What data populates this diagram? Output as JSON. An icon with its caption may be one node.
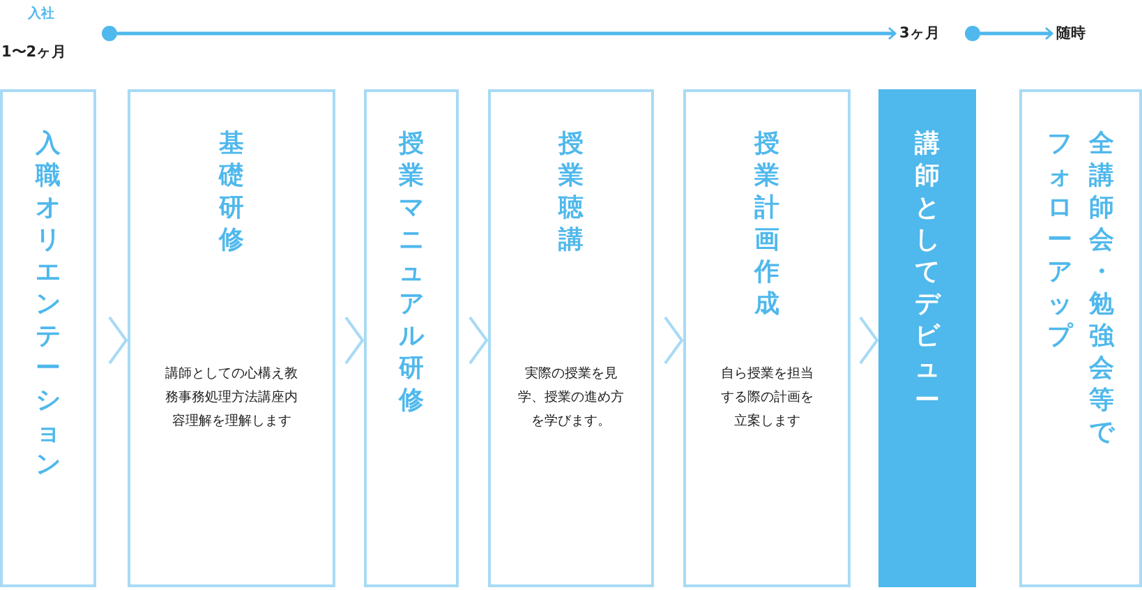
{
  "diagram": {
    "nodes": [
      {
        "text": [],
        "shape": "circle",
        "beside": [
          "入社",
          "1〜2ヶ月"
        ]
      },
      {
        "text": [
          "3ヶ月"
        ]
      },
      {
        "text": [],
        "shape": "circle"
      },
      {
        "text": [
          "随時"
        ]
      },
      {
        "text": [
          "入職オリエンテーション"
        ]
      },
      {
        "text": [
          "基礎研修",
          "講師としての心構え教務事務処理方法講座内容理解を理解します"
        ]
      },
      {
        "text": [
          "授業マニュアル研修"
        ]
      },
      {
        "text": [
          "授業聴講",
          "実際の授業を見学、授業の進め方を学びます。"
        ]
      },
      {
        "text": [
          "授業計画作成",
          "自ら授業を担当する際の計画を立案します"
        ]
      },
      {
        "text": [
          "講師としてデビュー"
        ]
      },
      {
        "text": [
          "全講師会・勉強会等でフォローアップ"
        ]
      }
    ],
    "edges": [
      {
        "from": 0,
        "to": 1,
        "arrow": "to",
        "style": "thick"
      },
      {
        "from": 2,
        "to": 3,
        "arrow": "to",
        "style": "thick"
      },
      {
        "from": 4,
        "to": 5,
        "arrow": "to"
      },
      {
        "from": 5,
        "to": 6,
        "arrow": "to"
      },
      {
        "from": 6,
        "to": 7,
        "arrow": "to"
      },
      {
        "from": 7,
        "to": 8,
        "arrow": "to"
      },
      {
        "from": 8,
        "to": 9,
        "arrow": "to"
      }
    ]
  }
}
